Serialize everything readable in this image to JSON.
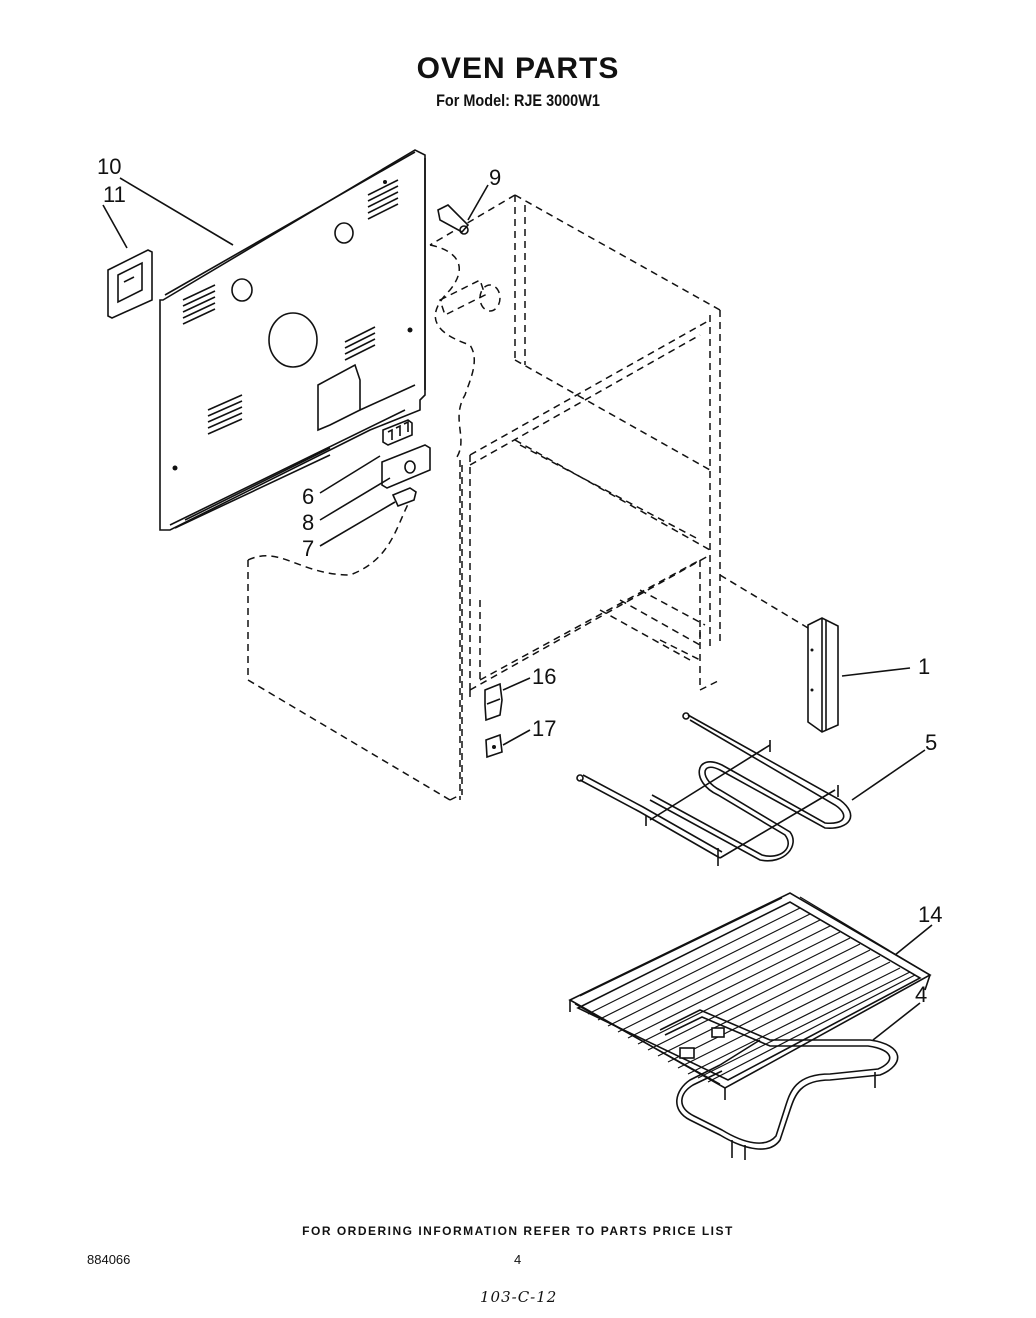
{
  "header": {
    "title": "OVEN PARTS",
    "subtitle": "For Model: RJE 3000W1"
  },
  "callouts": [
    {
      "id": "10",
      "label": "10"
    },
    {
      "id": "11",
      "label": "11"
    },
    {
      "id": "9",
      "label": "9"
    },
    {
      "id": "6",
      "label": "6"
    },
    {
      "id": "8",
      "label": "8"
    },
    {
      "id": "7",
      "label": "7"
    },
    {
      "id": "1",
      "label": "1"
    },
    {
      "id": "16",
      "label": "16"
    },
    {
      "id": "17",
      "label": "17"
    },
    {
      "id": "5",
      "label": "5"
    },
    {
      "id": "14",
      "label": "14"
    },
    {
      "id": "4",
      "label": "4"
    }
  ],
  "footer": {
    "ordering_note": "FOR ORDERING INFORMATION REFER TO PARTS PRICE LIST",
    "document_number": "884066",
    "page_number": "4",
    "handwritten_note": "103-C-12"
  }
}
